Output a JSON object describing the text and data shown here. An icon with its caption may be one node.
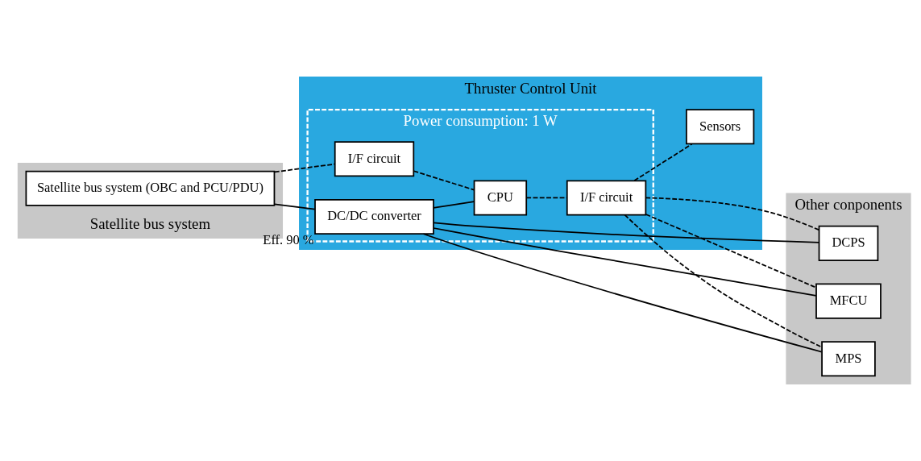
{
  "diagram": {
    "nodes": [
      {
        "text": [
          "Satellite bus system"
        ]
      },
      {
        "text": [
          "Satellite bus system (OBC and PCU/PDU)"
        ],
        "in": 0
      },
      {
        "text": [
          "Thruster Control Unit"
        ]
      },
      {
        "text": [
          "Power consumption: 1 W"
        ],
        "in": 2
      },
      {
        "text": [
          "DC/DC converter"
        ],
        "in": 3,
        "beside": [
          "Eff. 90 %"
        ]
      },
      {
        "text": [
          "I/F circuit"
        ],
        "in": 3
      },
      {
        "text": [
          "CPU"
        ],
        "in": 3
      },
      {
        "text": [
          "I/F circuit"
        ],
        "in": 3
      },
      {
        "text": [
          "Sensors"
        ],
        "in": 2
      },
      {
        "text": [
          "Other conponents"
        ]
      },
      {
        "text": [
          "MPS"
        ],
        "in": 9
      },
      {
        "text": [
          "DCPS"
        ],
        "in": 9
      },
      {
        "text": [
          "MFCU"
        ],
        "in": 9
      }
    ],
    "edges": [
      {
        "from": 1,
        "to": 4,
        "arrow": "none"
      },
      {
        "from": 4,
        "to": 6,
        "arrow": "none"
      },
      {
        "from": 4,
        "to": 10,
        "arrow": "none"
      },
      {
        "from": 4,
        "to": 11,
        "arrow": "none"
      },
      {
        "from": 4,
        "to": 12,
        "arrow": "none"
      },
      {
        "from": 1,
        "to": 5,
        "arrow": "none",
        "style": "dashed"
      },
      {
        "from": 5,
        "to": 6,
        "arrow": "none",
        "style": "dashed"
      },
      {
        "from": 6,
        "to": 7,
        "arrow": "none",
        "style": "dashed"
      },
      {
        "from": 7,
        "to": 8,
        "arrow": "none",
        "style": "dashed"
      },
      {
        "from": 7,
        "to": 10,
        "arrow": "none",
        "style": "dashed"
      },
      {
        "from": 7,
        "to": 11,
        "arrow": "none",
        "style": "dashed"
      },
      {
        "from": 7,
        "to": 12,
        "arrow": "none",
        "style": "dashed"
      }
    ]
  }
}
